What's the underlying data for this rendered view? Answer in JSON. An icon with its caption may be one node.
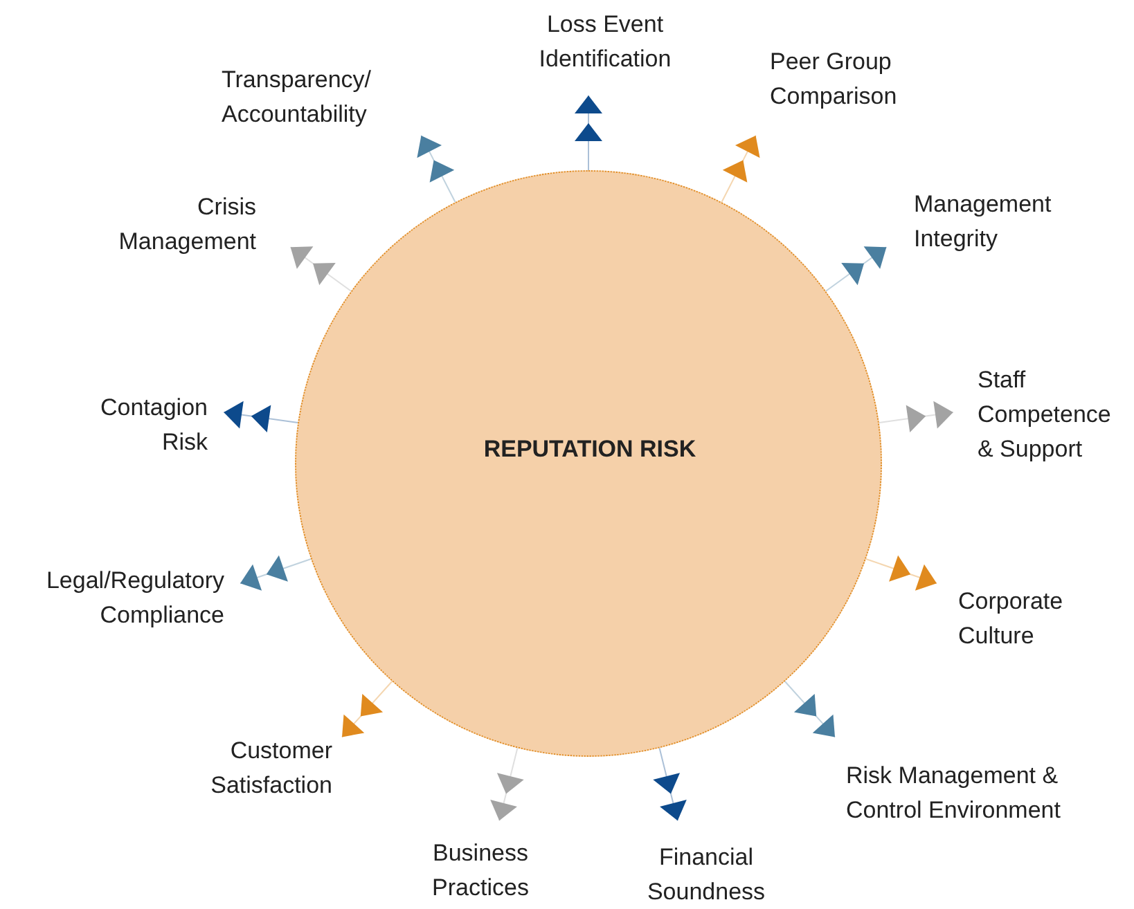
{
  "diagram": {
    "nodes": [
      {
        "text": [
          "REPUTATION RISK"
        ]
      },
      {
        "text": [
          "Loss Event Identification"
        ]
      },
      {
        "text": [
          "Peer Group Comparison"
        ]
      },
      {
        "text": [
          "Management Integrity"
        ]
      },
      {
        "text": [
          "Staff Competence & Support"
        ]
      },
      {
        "text": [
          "Corporate Culture"
        ]
      },
      {
        "text": [
          "Risk Management & Control Environment"
        ]
      },
      {
        "text": [
          "Financial Soundness"
        ]
      },
      {
        "text": [
          "Business Practices"
        ]
      },
      {
        "text": [
          "Customer Satisfaction"
        ]
      },
      {
        "text": [
          "Legal/Regulatory Compliance"
        ]
      },
      {
        "text": [
          "Contagion Risk"
        ]
      },
      {
        "text": [
          "Crisis Management"
        ]
      },
      {
        "text": [
          "Transparency/ Accountability"
        ]
      }
    ],
    "edges": [
      {
        "from": 0,
        "to": 1,
        "arrow": "to",
        "color": "#0d4a8c"
      },
      {
        "from": 0,
        "to": 2,
        "arrow": "to",
        "color": "#e08a1e"
      },
      {
        "from": 0,
        "to": 3,
        "arrow": "to"
      },
      {
        "from": 0,
        "to": 4,
        "arrow": "to",
        "color": "#a3a3a3"
      },
      {
        "from": 0,
        "to": 5,
        "arrow": "to",
        "color": "#e08a1e"
      },
      {
        "from": 0,
        "to": 6,
        "arrow": "to"
      },
      {
        "from": 0,
        "to": 7,
        "arrow": "to",
        "color": "#0d4a8c"
      },
      {
        "from": 0,
        "to": 8,
        "arrow": "to",
        "color": "#a3a3a3"
      },
      {
        "from": 0,
        "to": 9,
        "arrow": "to",
        "color": "#e08a1e"
      },
      {
        "from": 0,
        "to": 10,
        "arrow": "to"
      },
      {
        "from": 0,
        "to": 11,
        "arrow": "to",
        "color": "#0d4a8c"
      },
      {
        "from": 0,
        "to": 12,
        "arrow": "to",
        "color": "#a3a3a3"
      },
      {
        "from": 0,
        "to": 13,
        "arrow": "to"
      }
    ]
  }
}
